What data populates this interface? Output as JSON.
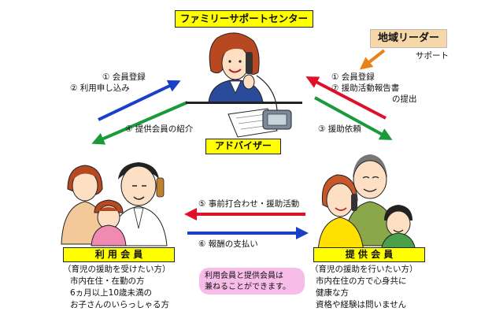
{
  "center": {
    "title": "ファミリーサポートセンター",
    "advisor_label": "アドバイザー"
  },
  "leader": {
    "label": "地域リーダー",
    "support_text": "サポート"
  },
  "left_flows": {
    "step1": "① 会員登録",
    "step2": "② 利用申し込み",
    "step4": "④ 提供会員の紹介"
  },
  "right_flows": {
    "step1": "① 会員登録",
    "step7_line1": "⑦ 援助活動報告書",
    "step7_line2": "の提出",
    "step3": "③ 援助依頼"
  },
  "middle_flows": {
    "step5": "⑤ 事前打合わせ・援助活動",
    "step6": "⑥ 報酬の支払い"
  },
  "user_member": {
    "label": "利 用 会 員",
    "desc": [
      "（育児の援助を受けたい方）",
      "市内在住・在勤の方",
      "6ヵ月以上10歳未満の",
      "お子さんのいらっしゃる方"
    ]
  },
  "provider_member": {
    "label": "提 供 会 員",
    "desc": [
      "（育児の援助を行いたい方）",
      "市内在住の方で心身共に",
      "健康な方",
      "資格や経験は問いません"
    ]
  },
  "note": {
    "line1": "利用会員と提供会員は",
    "line2": "兼ねることができます。"
  },
  "colors": {
    "label_yellow": "#ffff00",
    "leader_bg": "#f6d8a8",
    "arrow_blue": "#1a3fc8",
    "arrow_red": "#e0102a",
    "arrow_green": "#1a9a3a",
    "arrow_orange": "#e8821a",
    "note_pink": "#f7bde8"
  }
}
